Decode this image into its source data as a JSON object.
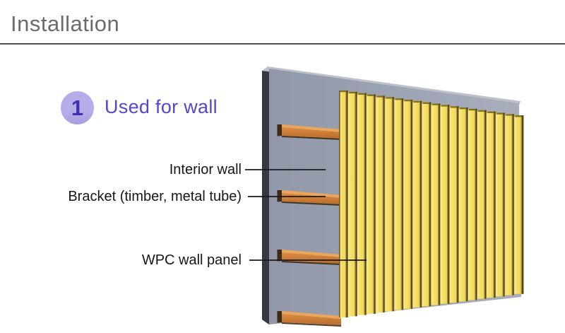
{
  "header": {
    "title": "Installation"
  },
  "step": {
    "number": "1",
    "label": "Used for wall"
  },
  "diagram": {
    "labels": [
      {
        "text": "Interior wall"
      },
      {
        "text": "Bracket (timber, metal tube)"
      },
      {
        "text": "WPC wall panel"
      }
    ]
  },
  "colors": {
    "title_color": "#6b6b6b",
    "divider_color": "#4e4e4e",
    "badge_bg": "#b6aee9",
    "badge_number": "#3e30b0",
    "step_label_color": "#5546cf",
    "label_color": "#161616",
    "wall_front": "#9aa1b1",
    "wall_side": "#35383f",
    "wall_top": "#bcc1cc",
    "panel_yellow": "#f4dc5e",
    "panel_groove": "#473b10",
    "bracket_top": "#eda45b",
    "bracket_front": "#d4873f",
    "pointer_line": "#1a1a1a"
  }
}
